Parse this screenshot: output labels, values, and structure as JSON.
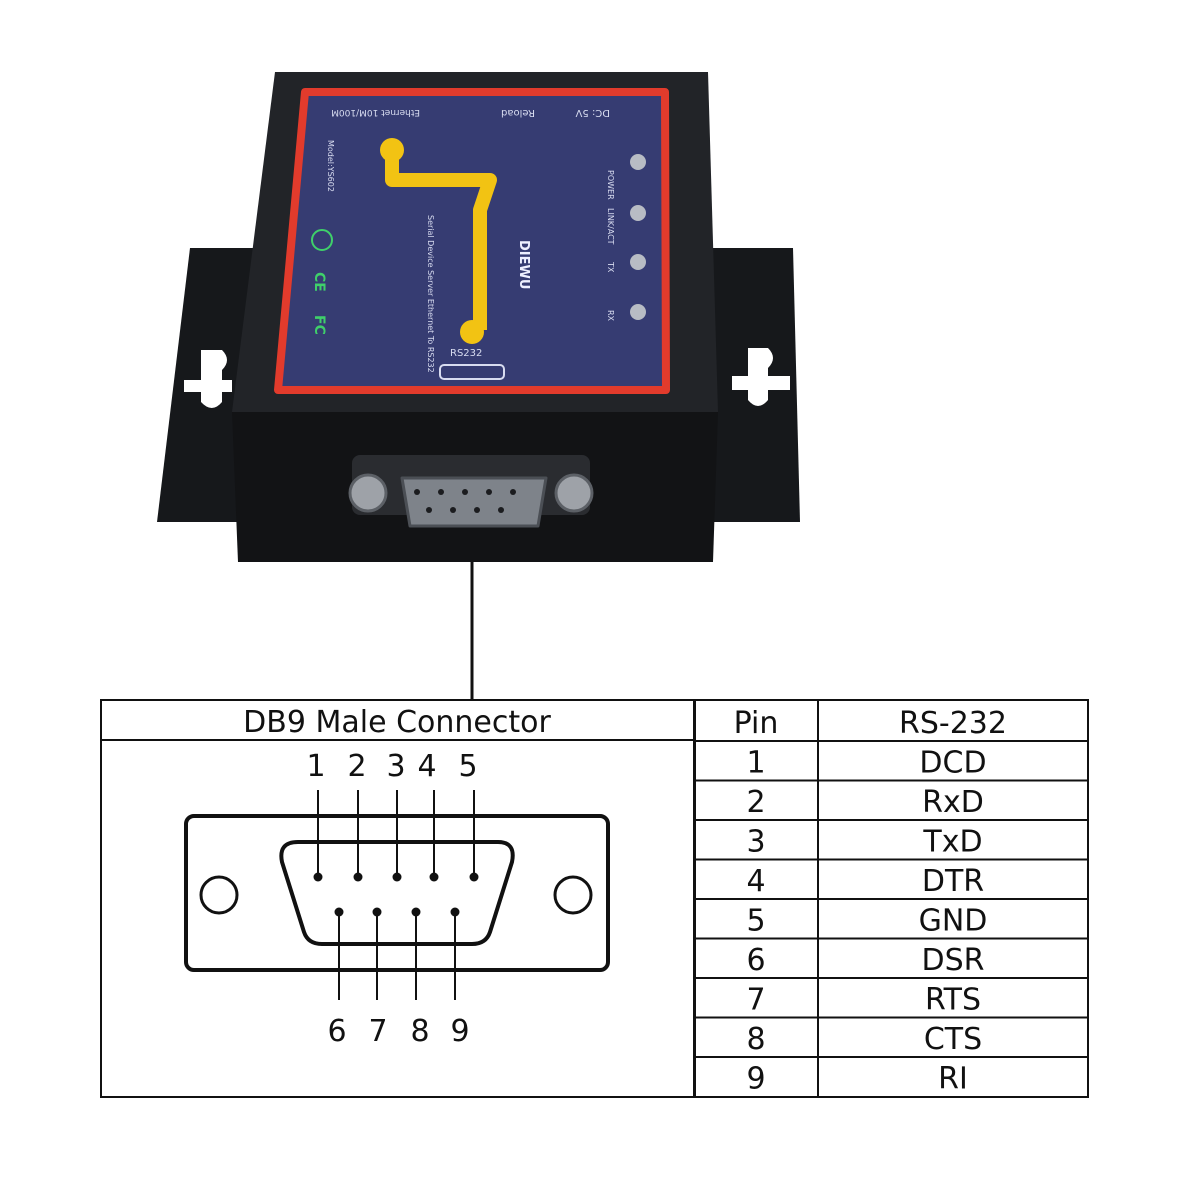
{
  "colors": {
    "device_body": "#1f2125",
    "device_shadow": "#0c0d0f",
    "panel": "#3a3f73",
    "panel_border": "#e23b2c",
    "trace": "#f2c313",
    "led": "#b8bcc4",
    "line": "#111111"
  },
  "device": {
    "labels": {
      "dc": "DC: 5V",
      "reload": "Reload",
      "ethernet": "Ethernet 10M/100M",
      "power": "POWER",
      "link": "LINK/ACT",
      "tx": "TX",
      "rx": "RX",
      "brand": "DIEWU",
      "product": "Serial Device Server Ethernet To RS232",
      "model": "Model:YS602",
      "rs232": "RS232",
      "ce": "CE",
      "fc": "FC"
    }
  },
  "connector": {
    "title": "DB9 Male Connector",
    "top_pins": [
      "1",
      "2",
      "3",
      "4",
      "5"
    ],
    "bottom_pins": [
      "6",
      "7",
      "8",
      "9"
    ]
  },
  "pin_table": {
    "headers": [
      "Pin",
      "RS-232"
    ],
    "rows": [
      [
        "1",
        "DCD"
      ],
      [
        "2",
        "RxD"
      ],
      [
        "3",
        "TxD"
      ],
      [
        "4",
        "DTR"
      ],
      [
        "5",
        "GND"
      ],
      [
        "6",
        "DSR"
      ],
      [
        "7",
        "RTS"
      ],
      [
        "8",
        "CTS"
      ],
      [
        "9",
        "RI"
      ]
    ]
  }
}
